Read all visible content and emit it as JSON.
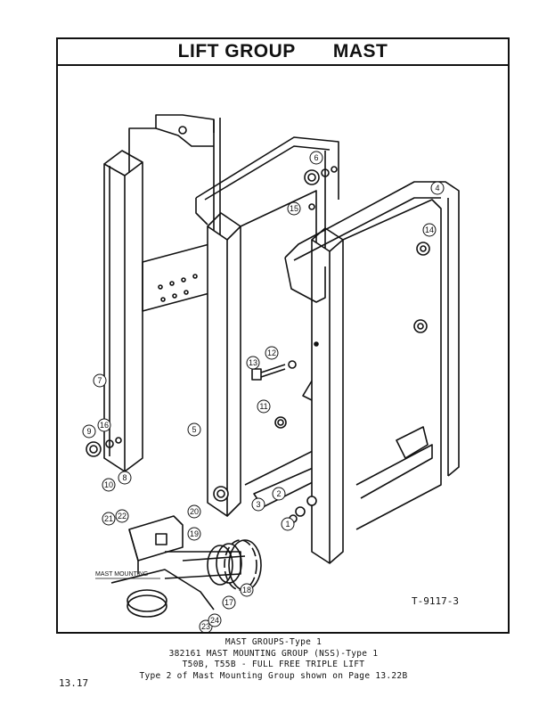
{
  "header": {
    "title_left": "LIFT GROUP",
    "title_right": "MAST"
  },
  "figure": {
    "reference_number": "T-9117-3",
    "mast_mounting_label": "MAST MOUNTING",
    "callouts": [
      "1",
      "2",
      "3",
      "4",
      "5",
      "6",
      "7",
      "8",
      "9",
      "10",
      "11",
      "12",
      "13",
      "14",
      "15",
      "16",
      "17",
      "18",
      "19",
      "20",
      "21",
      "22",
      "23",
      "24"
    ]
  },
  "caption": {
    "line1": "MAST GROUPS-Type 1",
    "line2": "382161 MAST MOUNTING GROUP (NSS)-Type 1",
    "line3": "T50B, T55B - FULL FREE TRIPLE LIFT",
    "line4": "Type 2 of Mast Mounting Group shown on Page 13.22B"
  },
  "page_number": "13.17"
}
